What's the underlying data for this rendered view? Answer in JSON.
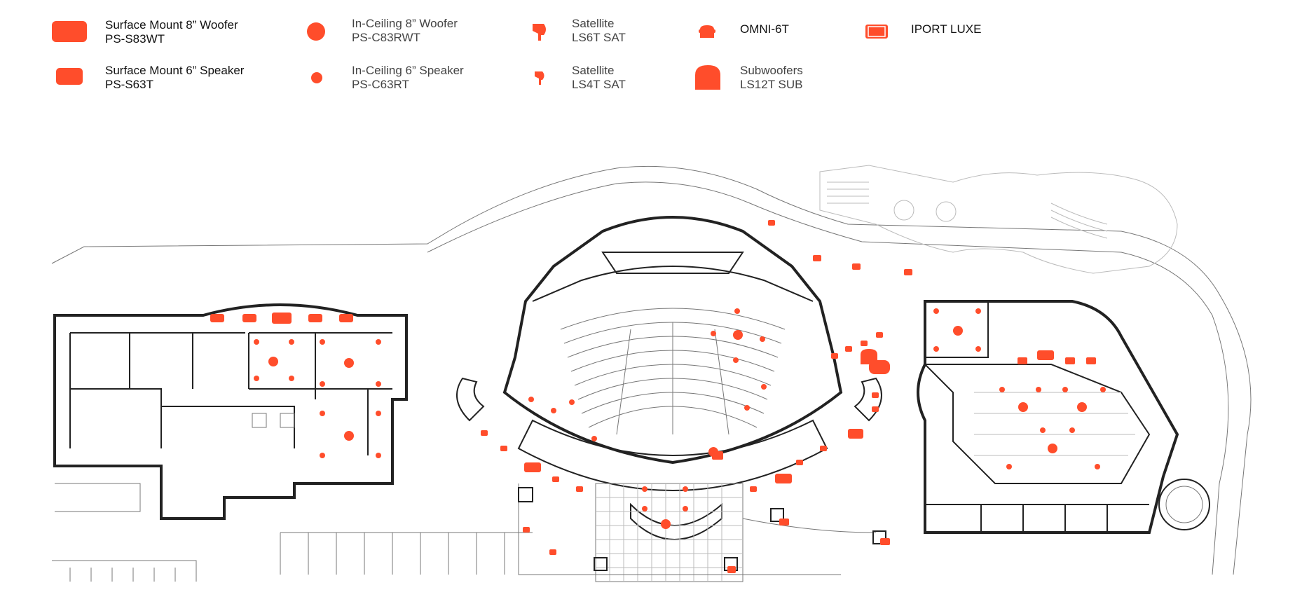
{
  "colors": {
    "speaker": "#ff4d2b",
    "wall": "#222222",
    "text": "#111111"
  },
  "legend": {
    "items": [
      {
        "id": "surface8",
        "name": "Surface Mount 8” Woofer",
        "model": "PS-S83WT",
        "icon": "rounded-rect-large-icon"
      },
      {
        "id": "surface6",
        "name": "Surface Mount 6” Speaker",
        "model": "PS-S63T",
        "icon": "rounded-rect-small-icon"
      },
      {
        "id": "ceiling8",
        "name": "In-Ceiling 8” Woofer",
        "model": "PS-C83RWT",
        "icon": "circle-large-icon"
      },
      {
        "id": "ceiling6",
        "name": "In-Ceiling 6” Speaker",
        "model": "PS-C63RT",
        "icon": "circle-small-icon"
      },
      {
        "id": "sat6",
        "name": "Satellite",
        "model": "LS6T SAT",
        "icon": "satellite-large-icon"
      },
      {
        "id": "sat4",
        "name": "Satellite",
        "model": "LS4T SAT",
        "icon": "satellite-small-icon"
      },
      {
        "id": "omni",
        "name": "OMNI-6T",
        "model": "",
        "icon": "omni-icon"
      },
      {
        "id": "sub",
        "name": "Subwoofers",
        "model": "LS12T SUB",
        "icon": "subwoofer-icon"
      },
      {
        "id": "iport",
        "name": "IPORT LUXE",
        "model": "",
        "icon": "iport-icon"
      }
    ]
  }
}
